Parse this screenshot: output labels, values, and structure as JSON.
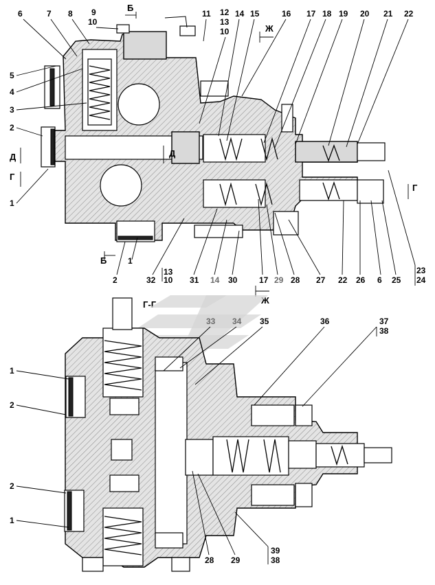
{
  "labels_top": {
    "n6": "6",
    "n7": "7",
    "n8": "8",
    "n9": "9",
    "n10a": "10",
    "n11": "11",
    "n12": "12",
    "n13a": "13",
    "n10b": "10",
    "n14": "14",
    "n15": "15",
    "n16": "16",
    "n17": "17",
    "n18": "18",
    "n19": "19",
    "n20": "20",
    "n21": "21",
    "n22": "22",
    "n5": "5",
    "n4": "4",
    "n3": "3",
    "n2": "2",
    "n1": "1",
    "b1": "1",
    "b2": "2",
    "b32": "32",
    "b13": "13",
    "b10": "10",
    "b31": "31",
    "b14": "14",
    "b30": "30",
    "b17": "17",
    "b29": "29",
    "b28": "28",
    "b27": "27",
    "b22": "22",
    "b26": "26",
    "b6": "6",
    "b25": "25",
    "b23": "23",
    "b24": "24"
  },
  "labels_bottom": {
    "n33": "33",
    "n34": "34",
    "n35": "35",
    "n36": "36",
    "n37": "37",
    "n38": "38",
    "l1a": "1",
    "l2a": "2",
    "l2b": "2",
    "l1b": "1",
    "n28": "28",
    "n29": "29",
    "n39": "39",
    "n38b": "38"
  },
  "section_marks": {
    "b_top": "Б",
    "b_bottom": "Б",
    "d_top": "Д",
    "d_mid": "Д",
    "g_left": "Г",
    "g_right": "Г",
    "zh_top": "Ж",
    "zh_bottom": "Ж",
    "gg_title": "Г-Г"
  },
  "colors": {
    "line": "#000000",
    "fill": "#d9d9d9",
    "logo": "#d6d6d6"
  }
}
